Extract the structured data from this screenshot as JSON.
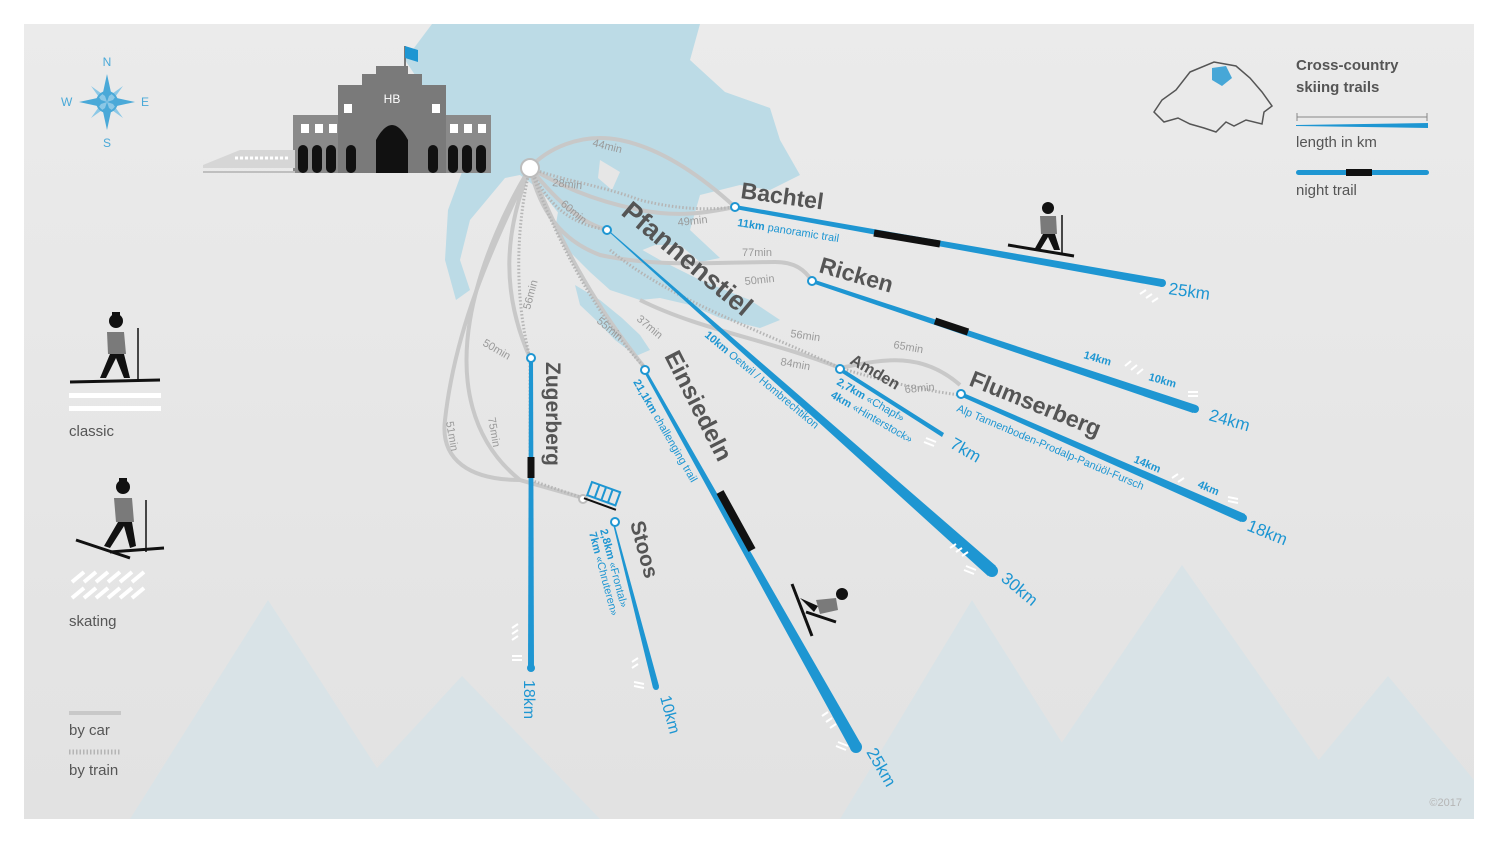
{
  "compass": {
    "n": "N",
    "e": "E",
    "s": "S",
    "w": "W"
  },
  "station_sign": "HB",
  "legend": {
    "title_line1": "Cross-country",
    "title_line2": "skiing trails",
    "length_label": "length in km",
    "night_label": "night trail",
    "classic_label": "classic",
    "skating_label": "skating",
    "car_label": "by car",
    "train_label": "by train"
  },
  "copyright": "©2017",
  "destinations": {
    "bachtel": {
      "name": "Bachtel",
      "length": "25km",
      "desc_bold": "11km",
      "desc": "panoramic trail"
    },
    "ricken": {
      "name": "Ricken",
      "length": "24km",
      "sub1": "14km",
      "sub2": "10km"
    },
    "pfannenstiel": {
      "name": "Pfannenstiel",
      "length": "30km",
      "desc_bold": "10km",
      "desc": "Oetwil / Hombrechtikon"
    },
    "amden": {
      "name": "Amden",
      "length": "7km",
      "desc1_bold": "2,7km",
      "desc1": "«Chapf»",
      "desc2_bold": "4km",
      "desc2": "«Hinterstock»"
    },
    "flumserberg": {
      "name": "Flumserberg",
      "length": "18km",
      "desc": "Alp Tannenboden-Prodalp-Panüöl-Fursch",
      "sub1": "14km",
      "sub2": "4km"
    },
    "einsiedeln": {
      "name": "Einsiedeln",
      "length": "25km",
      "desc_bold": "21,1km",
      "desc": "challenging trail"
    },
    "zugerberg": {
      "name": "Zugerberg",
      "length": "18km"
    },
    "stoos": {
      "name": "Stoos",
      "length": "10km",
      "desc1_bold": "2,8km",
      "desc1": "«Frontal»",
      "desc2_bold": "7km",
      "desc2": "«Chruteren»"
    }
  },
  "travel_times": {
    "t44": "44min",
    "t28": "28min",
    "t60": "60min",
    "t49": "49min",
    "t77": "77min",
    "t50a": "50min",
    "t56a": "56min",
    "t65": "65min",
    "t84": "84min",
    "t68": "68min",
    "t56b": "56min",
    "t55": "55min",
    "t37": "37min",
    "t50b": "50min",
    "t75": "75min",
    "t51": "51min"
  },
  "colors": {
    "trail": "#1e96d2",
    "lake": "#bcdbe6",
    "background": "#e8e8e8",
    "text": "#555555",
    "mountain": "#d7e3e8"
  }
}
